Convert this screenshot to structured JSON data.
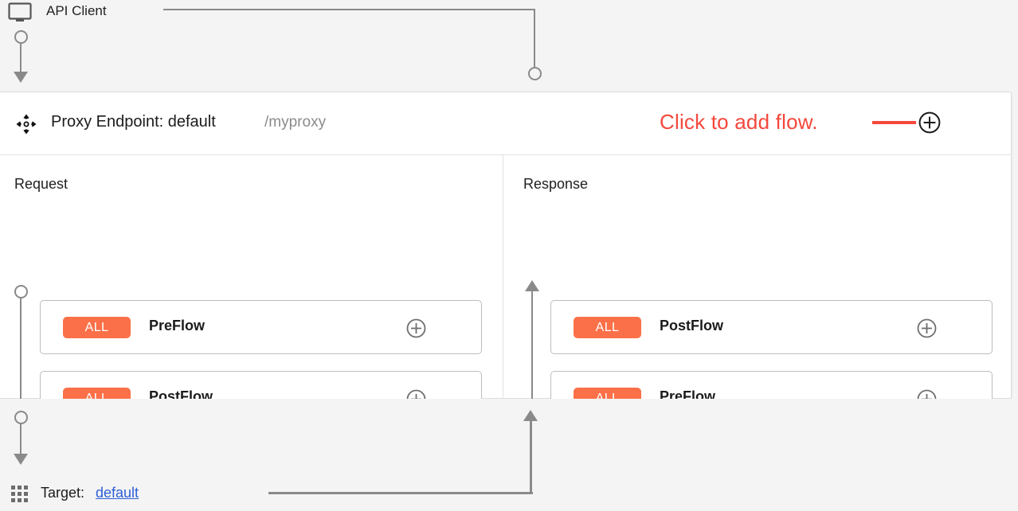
{
  "colors": {
    "badge": "#fb7048",
    "annotation_red": "#f4483c",
    "link_blue": "#2c5fd6",
    "connector_gray": "#8a8a8a",
    "panel_bg": "#ffffff",
    "canvas_bg": "#f4f4f4"
  },
  "client": {
    "label": "API Client",
    "icon": "monitor-icon"
  },
  "panel": {
    "header": {
      "icon": "move-icon",
      "title": "Proxy Endpoint: default",
      "path": "/myproxy",
      "annotation": "Click to add flow.",
      "add_icon": "plus-circle-icon",
      "menu_icon": "more-vertical-icon"
    },
    "columns": [
      {
        "key": "request",
        "title": "Request",
        "direction": "down",
        "flows": [
          {
            "badge": "ALL",
            "label": "PreFlow",
            "add_icon": "plus-circle-icon",
            "menu_icon": "more-vertical-icon"
          },
          {
            "badge": "ALL",
            "label": "PostFlow",
            "add_icon": "plus-circle-icon",
            "menu_icon": "more-vertical-icon"
          }
        ]
      },
      {
        "key": "response",
        "title": "Response",
        "direction": "up",
        "flows": [
          {
            "badge": "ALL",
            "label": "PostFlow",
            "add_icon": "plus-circle-icon",
            "menu_icon": "more-vertical-icon"
          },
          {
            "badge": "ALL",
            "label": "PreFlow",
            "add_icon": "plus-circle-icon",
            "menu_icon": "more-vertical-icon"
          }
        ]
      }
    ]
  },
  "target": {
    "icon": "grid-icon",
    "label": "Target:",
    "name": "default"
  }
}
